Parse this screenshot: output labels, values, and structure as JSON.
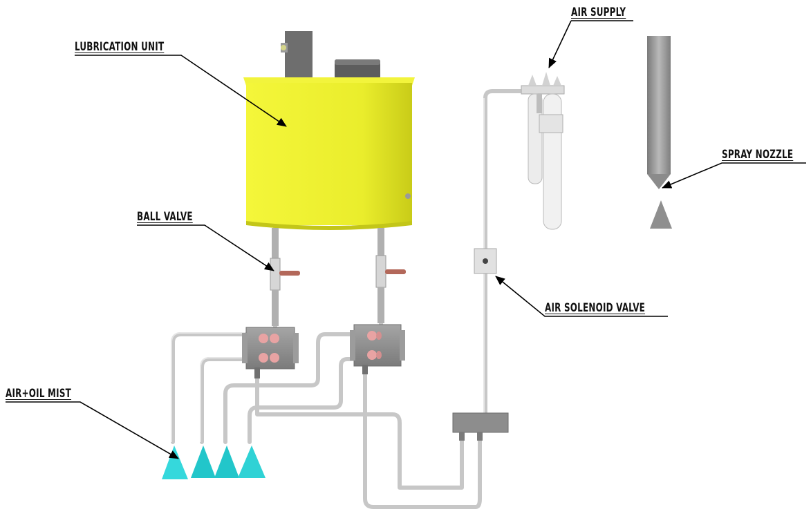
{
  "labels": {
    "lubrication_unit": "LUBRICATION UNIT",
    "air_supply": "AIR SUPPLY",
    "spray_nozzle": "SPRAY NOZZLE",
    "ball_valve": "BALL VALVE",
    "air_solenoid_valve": "AIR SOLENOID VALVE",
    "air_oil_mist": "AIR+OIL MIST"
  },
  "colors": {
    "tank": "#e9ec2a",
    "pipe": "#c8c8c8",
    "block": "#8e8e8e",
    "port": "#e8a3a3",
    "mist": "#2cd3d6",
    "nozzle": "#8f8f8f",
    "handle": "#b3685a"
  }
}
